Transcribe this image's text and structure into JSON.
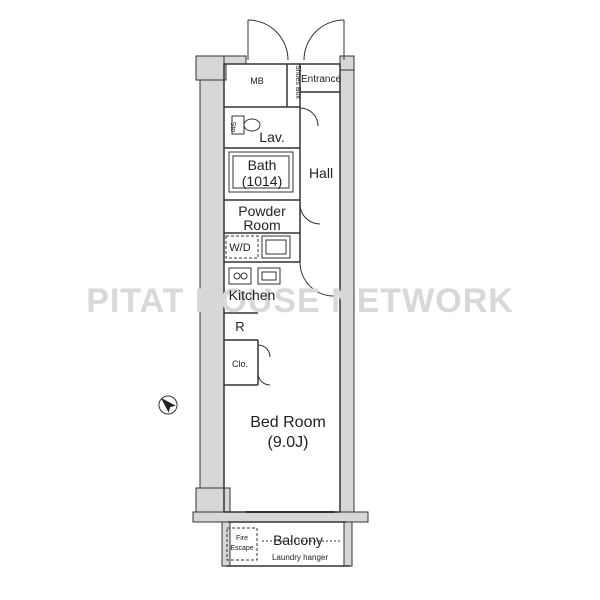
{
  "watermark": "PITAT HOUSE NETWORK",
  "rooms": {
    "mb": "MB",
    "shoes_box": "Shoes Box",
    "entrance": "Entrance",
    "lav": "Lav.",
    "sto": "Sto",
    "bath": "Bath",
    "bath_size": "(1014)",
    "hall": "Hall",
    "powder_line1": "Powder",
    "powder_line2": "Room",
    "wd": "W/D",
    "kitchen": "Kitchen",
    "refrigerator": "R",
    "closet": "Clo.",
    "bedroom": "Bed Room",
    "bedroom_size": "(9.0J)",
    "balcony": "Balcony",
    "laundry": "Laundry hanger",
    "fire_line1": "Fire",
    "fire_line2": "Escape"
  },
  "colors": {
    "wall": "#d7d7d7",
    "line": "#333333",
    "watermark": "#d8d8d8"
  },
  "icons": {
    "compass": "north-arrow-icon"
  }
}
